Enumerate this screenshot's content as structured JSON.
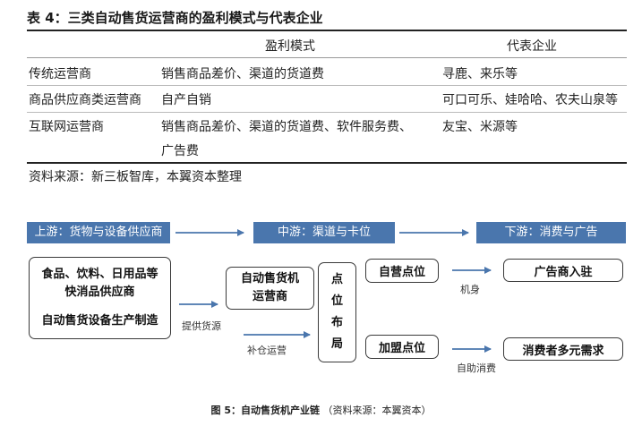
{
  "table": {
    "title": "表 4：三类自动售货运营商的盈利模式与代表企业",
    "columns": [
      "",
      "盈利模式",
      "代表企业"
    ],
    "rows": [
      {
        "type": "传统运营商",
        "model": "销售商品差价、渠道的货道费",
        "model2": "",
        "companies": "寻鹿、来乐等"
      },
      {
        "type": "商品供应商类运营商",
        "model": "自产自销",
        "model2": "",
        "companies": "可口可乐、娃哈哈、农夫山泉等"
      },
      {
        "type": "互联网运营商",
        "model": "销售商品差价、渠道的货道费、软件服务费、",
        "model2": "广告费",
        "companies": "友宝、米源等"
      }
    ],
    "source": "资料来源：新三板智库，本翼资本整理"
  },
  "diagram": {
    "banners": {
      "upstream": "上游：货物与设备供应商",
      "midstream": "中游：渠道与卡位",
      "downstream": "下游：消费与广告"
    },
    "supplier_lines": [
      "食品、饮料、日用品等",
      "快消品供应商",
      "自动售货设备生产制造"
    ],
    "operator_lines": [
      "自动售货机",
      "运营商"
    ],
    "placement_chars": [
      "点",
      "位",
      "布",
      "局"
    ],
    "self_op": "自营点位",
    "franchise": "加盟点位",
    "advertiser": "广告商入驻",
    "consumer": "消费者多元需求",
    "labels": {
      "supply": "提供货源",
      "restock": "补仓运营",
      "machine": "机身",
      "self_service": "自助消费"
    },
    "caption_bold": "图 5：自动售货机产业链",
    "caption_rest": "（资料来源：本翼资本）"
  },
  "colors": {
    "banner": "#4a76ad",
    "arrow": "#4a76ad"
  }
}
